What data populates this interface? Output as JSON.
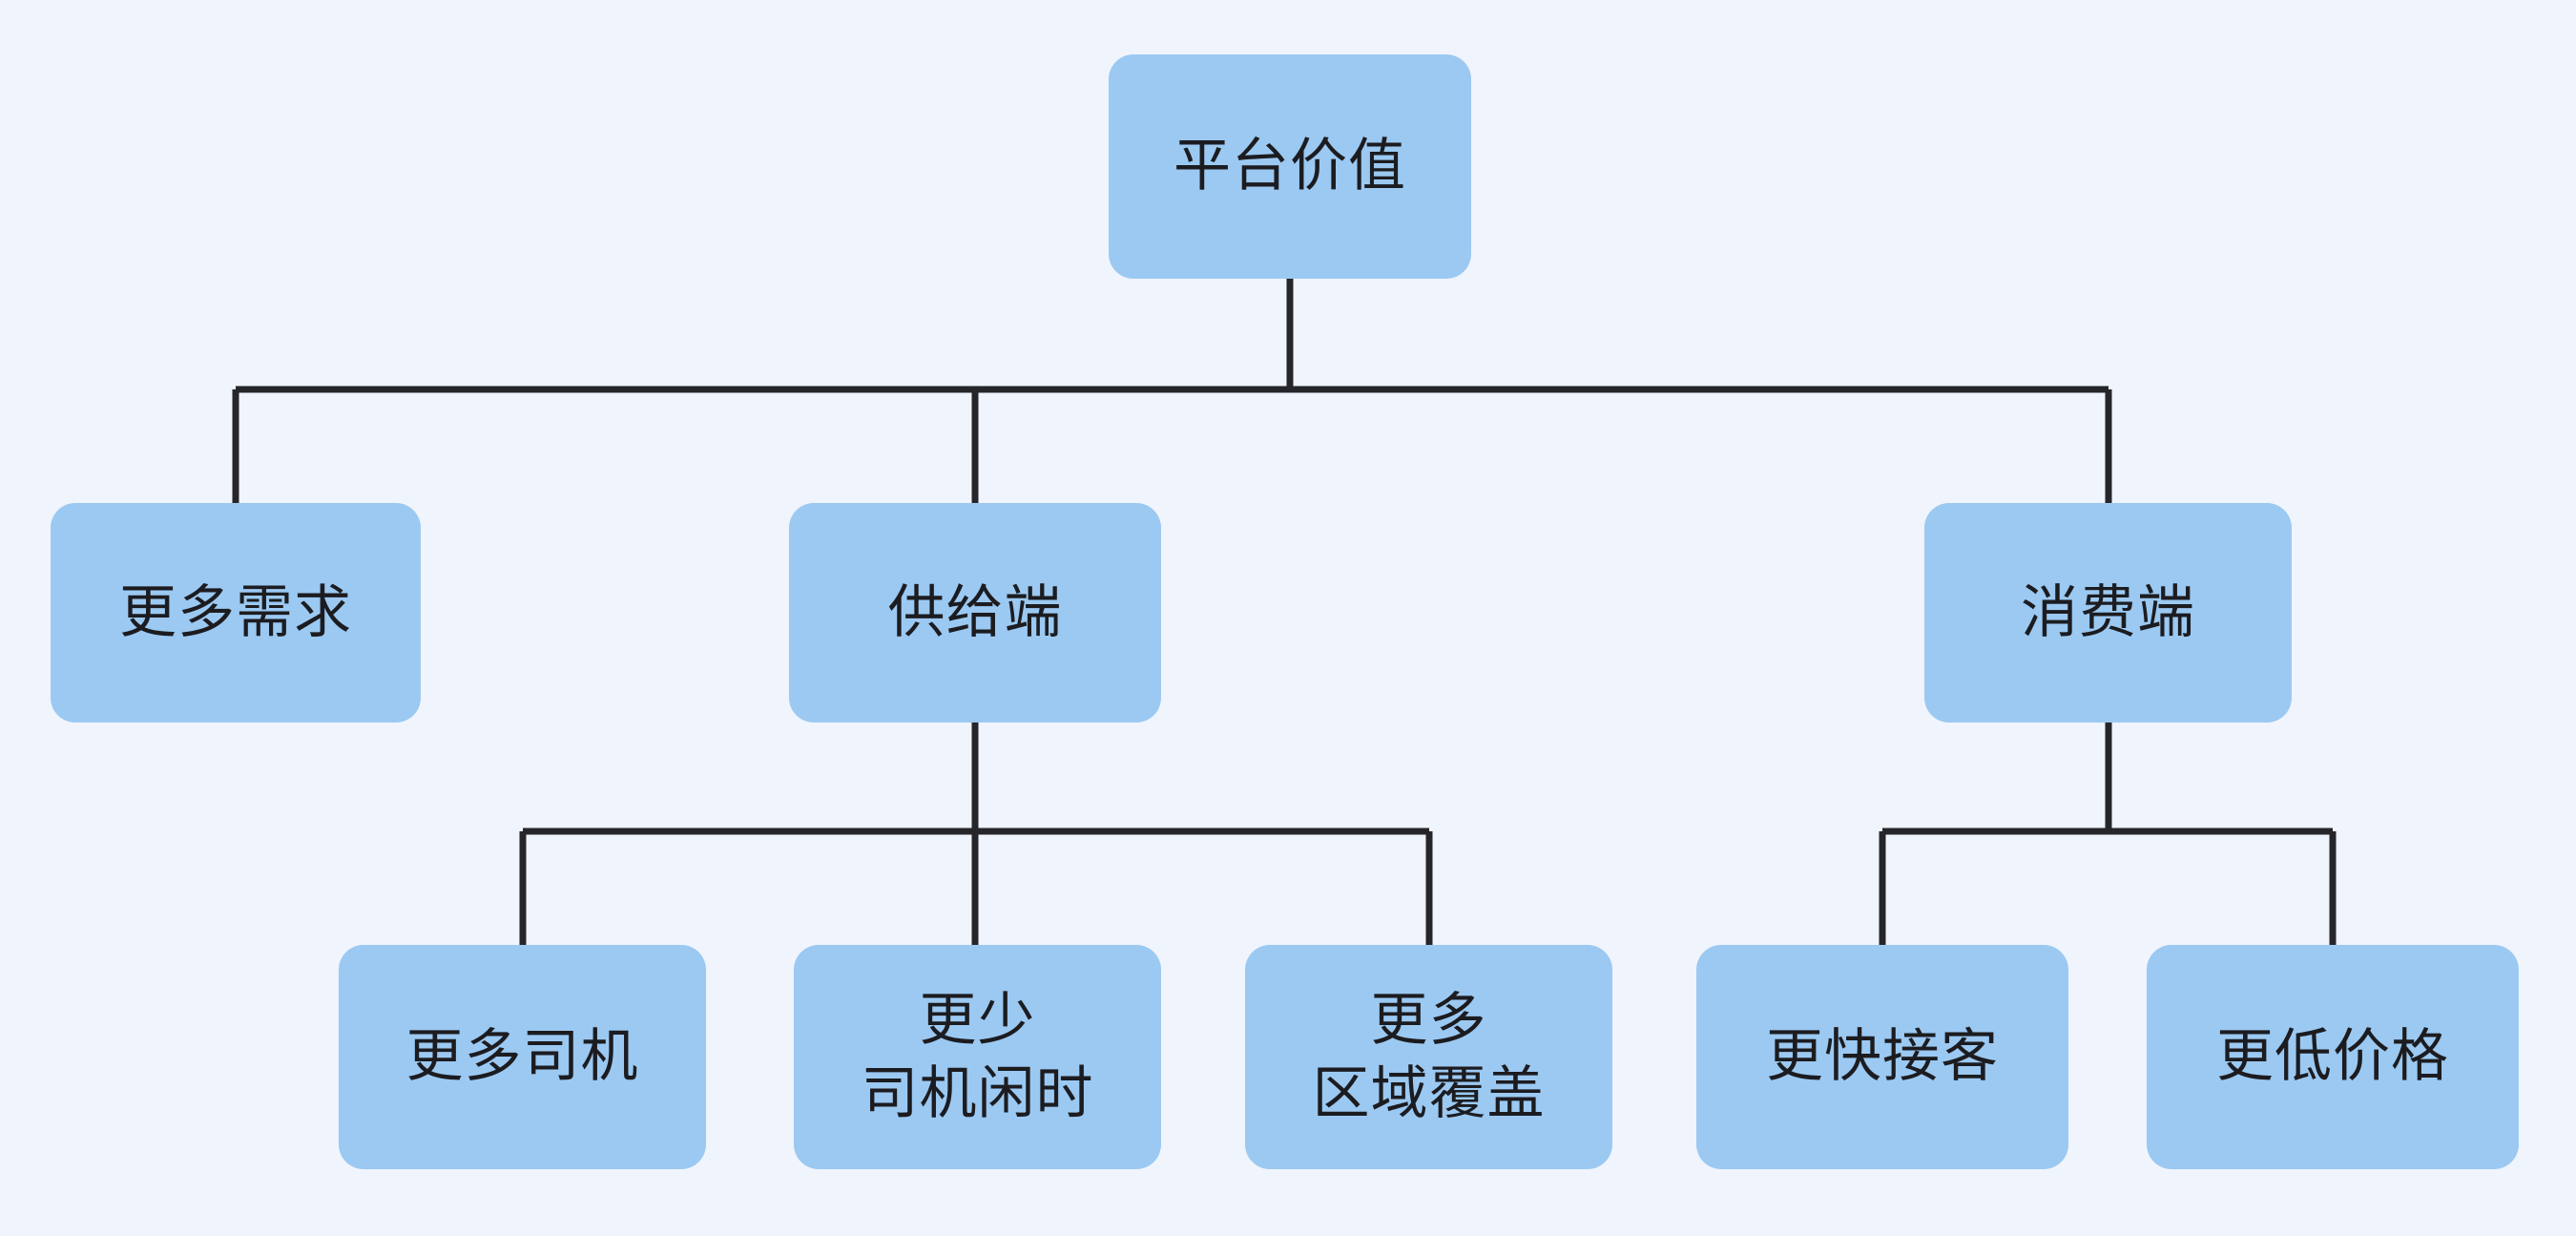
{
  "diagram": {
    "type": "tree",
    "title": "平台价值",
    "background_color": "#f0f4fd",
    "node_fill_color": "#9bc9f2",
    "node_text_color": "#1c1c20",
    "edge_color": "#26262a",
    "nodes": {
      "root": {
        "label": "平台价值",
        "level": 1
      },
      "demand": {
        "label": "更多需求",
        "level": 2
      },
      "supply": {
        "label": "供给端",
        "level": 2
      },
      "consumer": {
        "label": "消费端",
        "level": 2
      },
      "more_drivers": {
        "label": "更多司机",
        "level": 3
      },
      "less_idle": {
        "label": "更少\n司机闲时",
        "level": 3
      },
      "more_coverage": {
        "label": "更多\n区域覆盖",
        "level": 3
      },
      "faster_pickup": {
        "label": "更快接客",
        "level": 3
      },
      "lower_price": {
        "label": "更低价格",
        "level": 3
      }
    },
    "edges": [
      {
        "from": "root",
        "to": "demand"
      },
      {
        "from": "root",
        "to": "supply"
      },
      {
        "from": "root",
        "to": "consumer"
      },
      {
        "from": "supply",
        "to": "more_drivers"
      },
      {
        "from": "supply",
        "to": "less_idle"
      },
      {
        "from": "supply",
        "to": "more_coverage"
      },
      {
        "from": "consumer",
        "to": "faster_pickup"
      },
      {
        "from": "consumer",
        "to": "lower_price"
      }
    ]
  }
}
